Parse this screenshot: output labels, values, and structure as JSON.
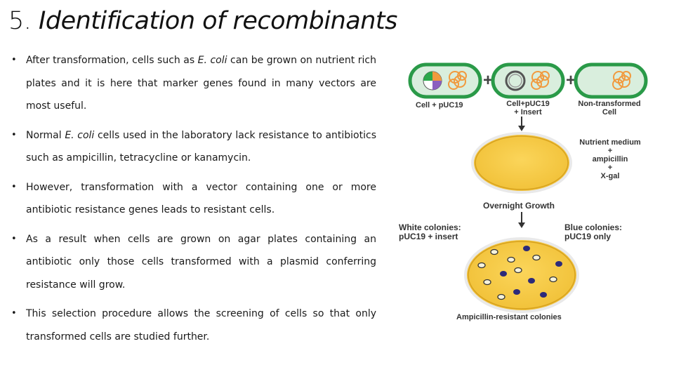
{
  "title": {
    "number": "5. ",
    "text": "Identification of recombinants"
  },
  "bullets": [
    {
      "parts": [
        {
          "t": "After transformation, cells such as "
        },
        {
          "t": "E. coli",
          "i": true
        },
        {
          "t": " can be grown on nutrient rich plates and it is here that marker genes found in many vectors are most useful."
        }
      ]
    },
    {
      "parts": [
        {
          "t": "Normal "
        },
        {
          "t": "E. coli",
          "i": true
        },
        {
          "t": " cells used in the laboratory lack resistance to antibiotics such as ampicillin, tetracycline or kanamycin."
        }
      ]
    },
    {
      "parts": [
        {
          "t": "However, transformation with a vector containing one or more antibiotic resistance genes leads to resistant cells."
        }
      ]
    },
    {
      "parts": [
        {
          "t": "As a result when cells are grown on agar plates containing an antibiotic only those cells transformed with a plasmid conferring resistance will grow."
        }
      ]
    },
    {
      "parts": [
        {
          "t": "This selection procedure allows the screening of cells so that only transformed cells are studied further."
        }
      ]
    }
  ],
  "figure": {
    "cell_puc19": "Cell + pUC19",
    "cell_puc19_insert": [
      "Cell+pUC19",
      "+ Insert"
    ],
    "non_transformed": [
      "Non-transformed",
      "Cell"
    ],
    "plus": "+",
    "medium": [
      "Nutrient medium",
      "+",
      "ampicillin",
      "+",
      "X-gal"
    ],
    "overnight": "Overnight Growth",
    "white_colonies": [
      "White colonies:",
      "pUC19 + insert"
    ],
    "blue_colonies": [
      "Blue colonies:",
      "pUC19 only"
    ],
    "resistant": "Ampicillin-resistant colonies",
    "colors": {
      "cell_fill": "#e8f4ea",
      "cell_border": "#2a9a48",
      "plate_fill": "#f4c842",
      "plate_rim": "#d7a21f",
      "blue_colony": "#2c2a7a",
      "white_colony": "#f7f3dc",
      "coil": "#f19a3e",
      "arrow": "#333333"
    }
  }
}
